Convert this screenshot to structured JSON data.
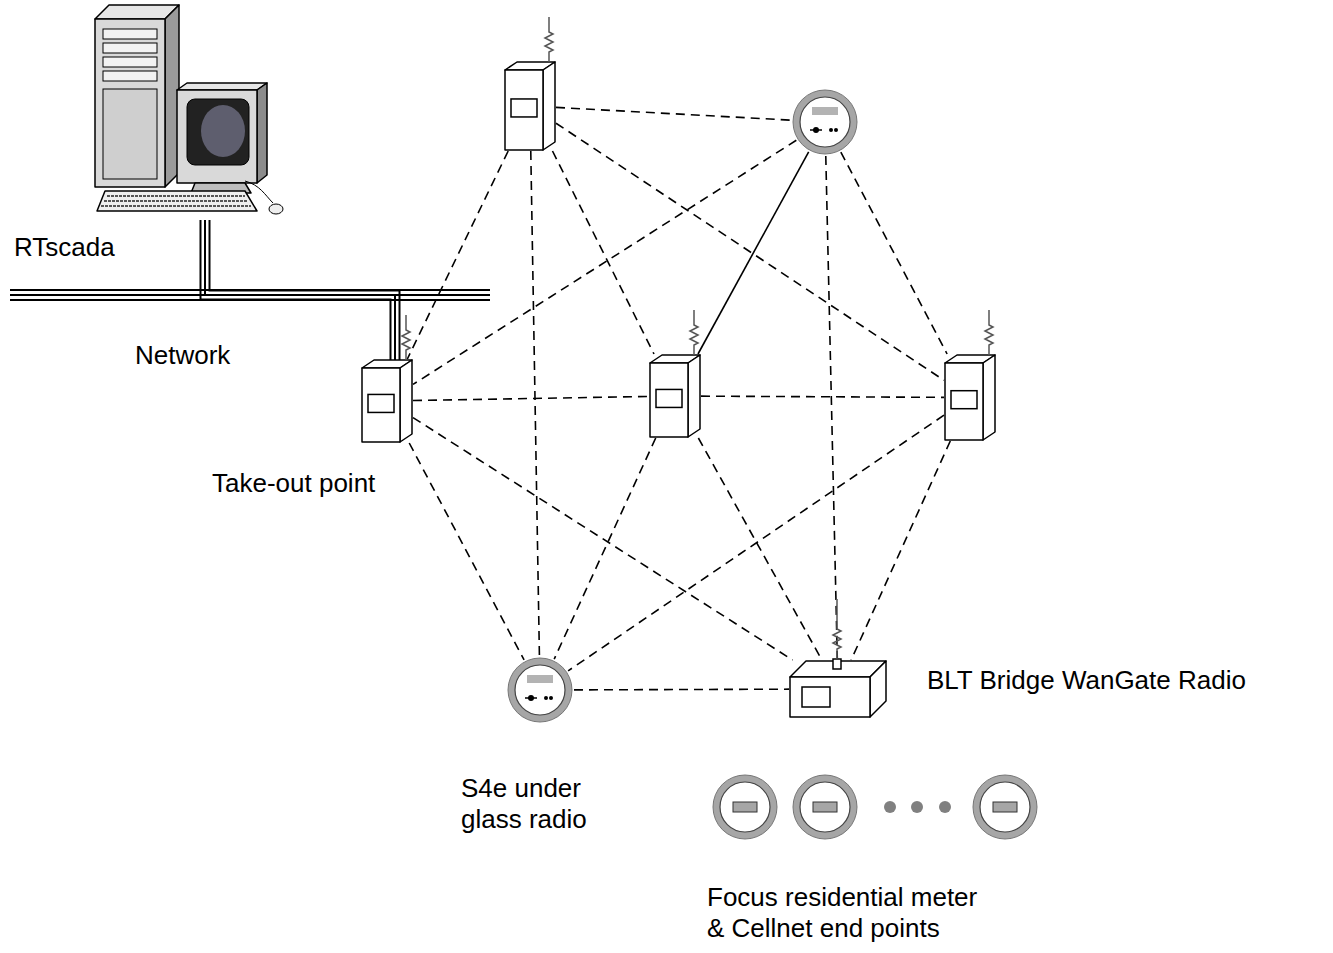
{
  "diagram": {
    "nodes": [
      {
        "text": [
          "RTscada"
        ]
      },
      {
        "text": []
      },
      {
        "text": []
      },
      {
        "text": [
          "Take-out point"
        ]
      },
      {
        "text": []
      },
      {
        "text": []
      },
      {
        "text": [
          "S4e under glass radio"
        ]
      },
      {
        "text": [
          "BLT Bridge WanGate Radio"
        ]
      },
      {
        "text": [
          "Focus residential meter & Cellnet end points"
        ]
      }
    ],
    "edges": [
      {
        "from": 0,
        "to": 3,
        "arrow": "none"
      },
      {
        "from": 1,
        "to": 2,
        "arrow": "none"
      },
      {
        "from": 1,
        "to": 3,
        "arrow": "none"
      },
      {
        "from": 1,
        "to": 4,
        "arrow": "none"
      },
      {
        "from": 1,
        "to": 6,
        "arrow": "none"
      },
      {
        "from": 1,
        "to": 5,
        "arrow": "none"
      },
      {
        "from": 2,
        "to": 3,
        "arrow": "none"
      },
      {
        "from": 2,
        "to": 4,
        "arrow": "none"
      },
      {
        "from": 2,
        "to": 7,
        "arrow": "none"
      },
      {
        "from": 2,
        "to": 5,
        "arrow": "none"
      },
      {
        "from": 3,
        "to": 4,
        "arrow": "none"
      },
      {
        "from": 3,
        "to": 6,
        "arrow": "none"
      },
      {
        "from": 3,
        "to": 7,
        "arrow": "none"
      },
      {
        "from": 4,
        "to": 5,
        "arrow": "none"
      },
      {
        "from": 4,
        "to": 6,
        "arrow": "none"
      },
      {
        "from": 4,
        "to": 7,
        "arrow": "none"
      },
      {
        "from": 5,
        "to": 6,
        "arrow": "none"
      },
      {
        "from": 5,
        "to": 7,
        "arrow": "none"
      },
      {
        "from": 6,
        "to": 7,
        "arrow": "none"
      }
    ],
    "labels": [
      "Network"
    ]
  }
}
